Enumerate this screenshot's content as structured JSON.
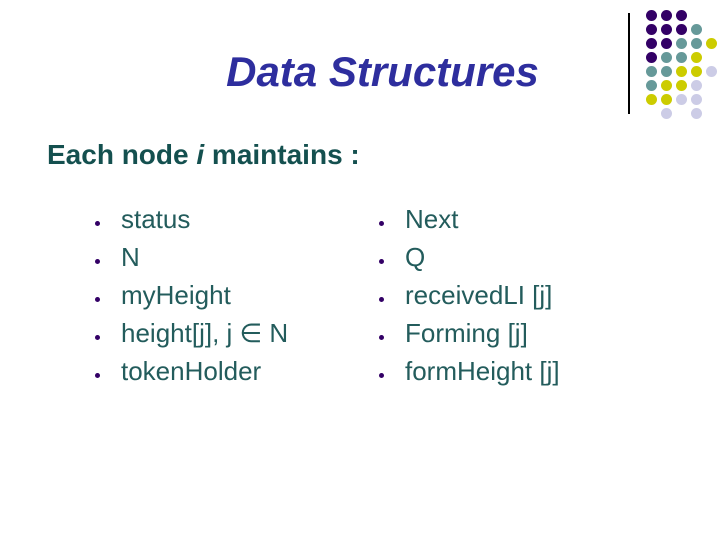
{
  "slide": {
    "title": "Data Structures",
    "heading": {
      "prefix": "Each node ",
      "emphasis": "i",
      "suffix": " maintains :"
    }
  },
  "lists": {
    "left": [
      "status",
      "N",
      "myHeight",
      "height[j], j ∈ N",
      "tokenHolder"
    ],
    "right": [
      "Next",
      "Q",
      "receivedLI [j]",
      "Forming [j]",
      "formHeight [j]"
    ]
  },
  "colors": {
    "title": "#2E2E9E",
    "heading": "#14504F",
    "list_text": "#235C5C",
    "bullet": "#330066",
    "line": "#000000"
  },
  "decoration": {
    "palette": {
      "P": "#330066",
      "T": "#669999",
      "Y": "#CCCC00",
      "L": "#CCCCE6"
    },
    "rows": [
      "PPP",
      "PPPT",
      "PPTTY",
      "PTTY",
      "TTYYL",
      "TYYL",
      "YYLL",
      ".L.L"
    ]
  }
}
